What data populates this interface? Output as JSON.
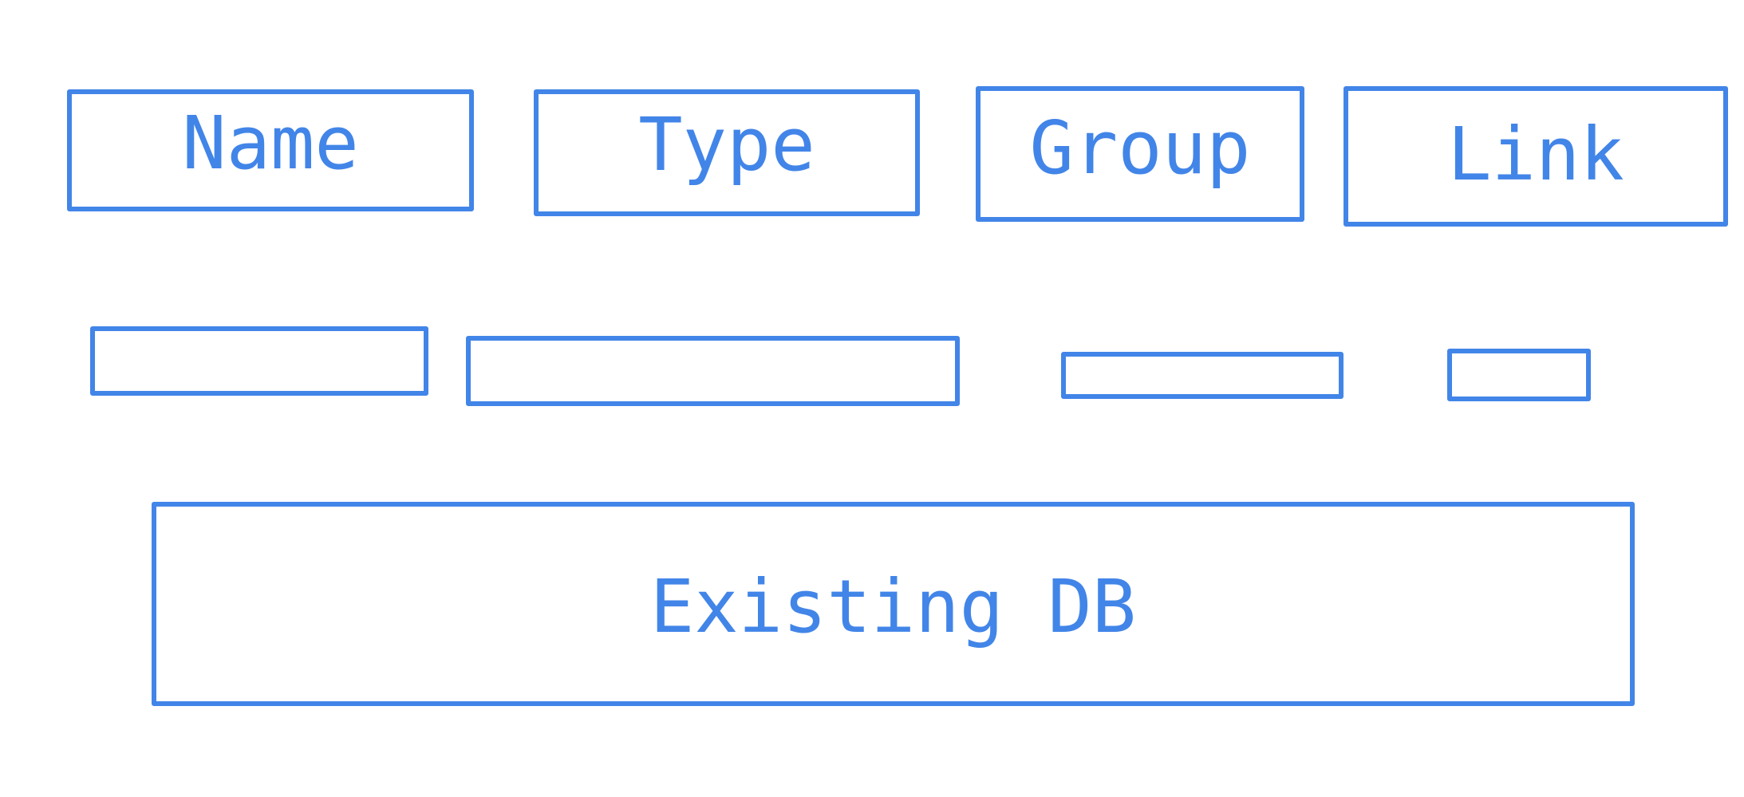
{
  "headers": {
    "name_label": "Name",
    "type_label": "Type",
    "group_label": "Group",
    "link_label": "Link"
  },
  "inputs": {
    "name_value": "",
    "type_value": "",
    "group_value": "",
    "link_value": ""
  },
  "actions": {
    "existing_db_label": "Existing DB"
  },
  "colors": {
    "accent": "#4285E8",
    "background": "#ffffff"
  }
}
